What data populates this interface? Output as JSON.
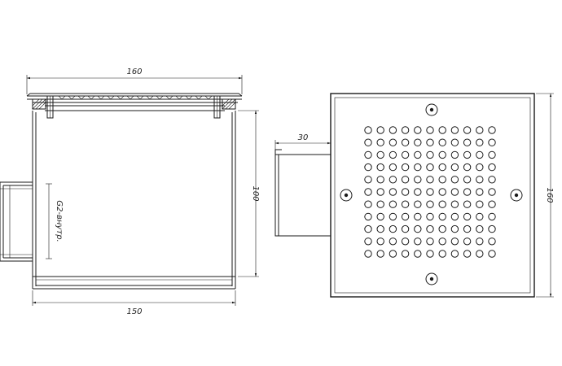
{
  "side_view": {
    "dimensions": {
      "top_width": "160",
      "height": "100",
      "bottom_width": "150"
    },
    "outlet_label": "G2-внутр."
  },
  "front_view": {
    "dimensions": {
      "outlet_length": "30",
      "height": "160"
    },
    "grille": {
      "rows": 11,
      "cols": 11
    },
    "fastener_count": 4
  }
}
